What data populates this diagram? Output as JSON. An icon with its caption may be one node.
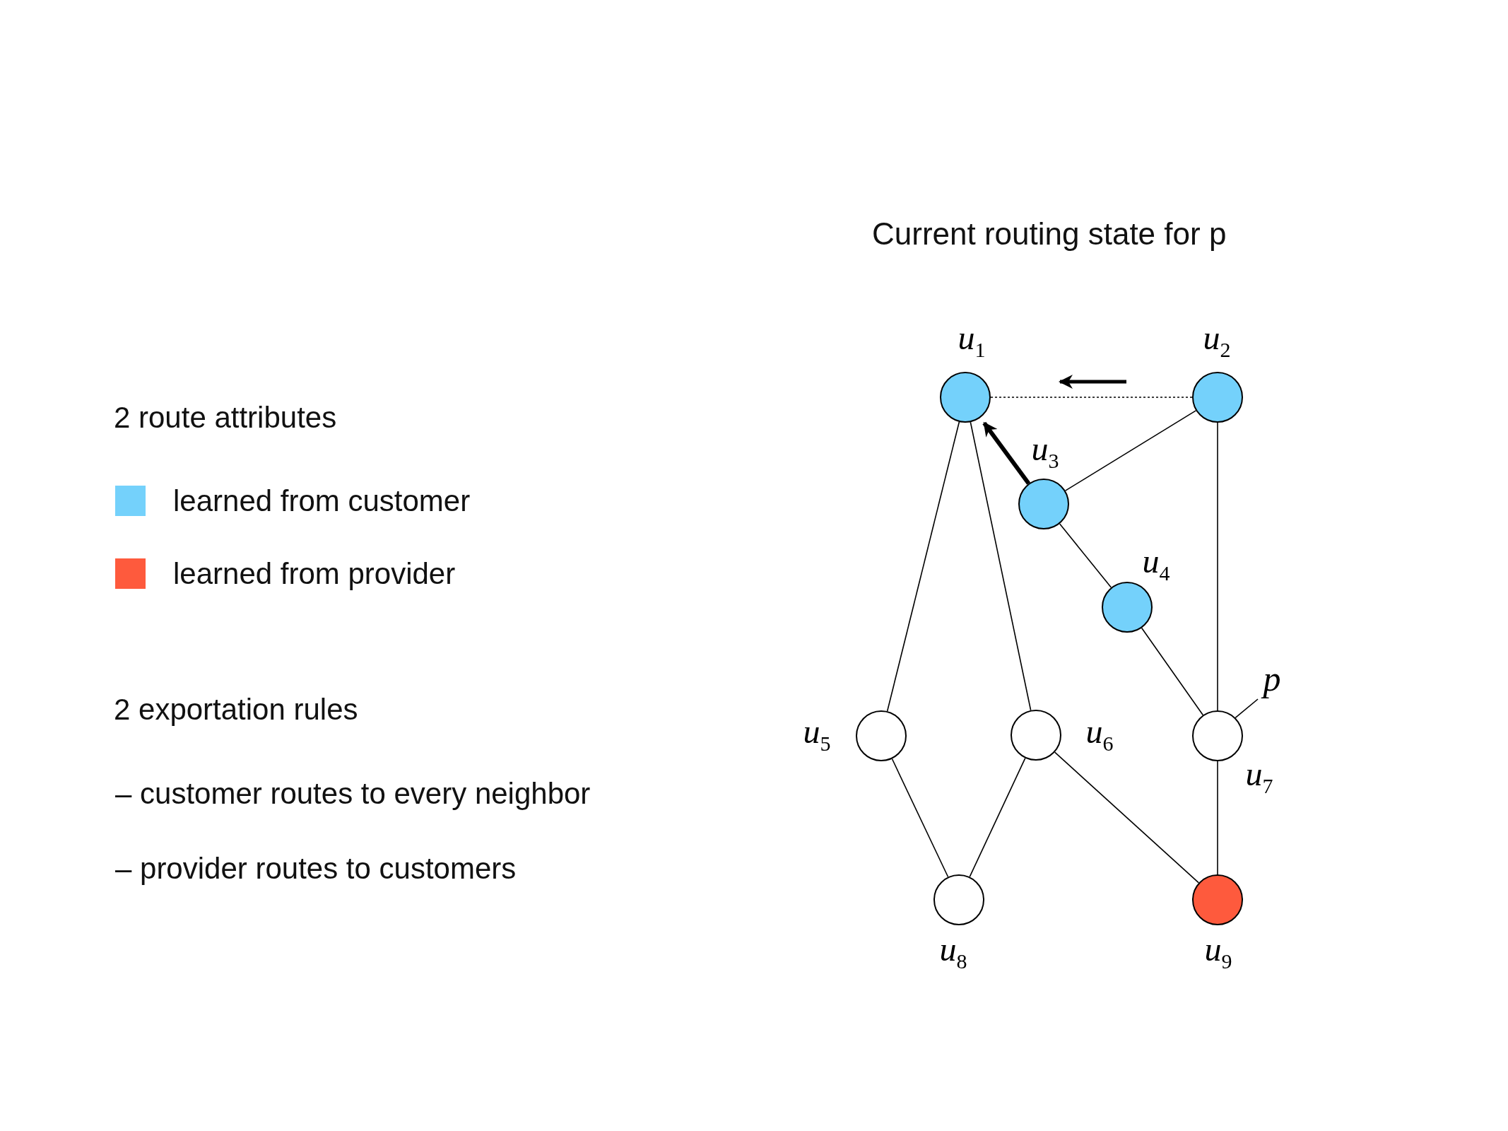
{
  "diagram": {
    "title": "Current routing state for p",
    "nodes": [
      {
        "text": [],
        "shape": "circle",
        "beside": [
          "u$_{1}$"
        ]
      },
      {
        "text": [],
        "shape": "circle",
        "beside": [
          "u$_{2}$"
        ]
      },
      {
        "text": [],
        "shape": "circle",
        "beside": [
          "u$_{3}$"
        ]
      },
      {
        "text": [],
        "shape": "circle",
        "beside": [
          "u$_{4}$"
        ]
      },
      {
        "text": [],
        "shape": "circle",
        "beside": [
          "u$_{5}$"
        ]
      },
      {
        "text": [],
        "shape": "circle",
        "beside": [
          "u$_{6}$"
        ]
      },
      {
        "text": [],
        "shape": "circle",
        "beside": [
          "u$_{7}$"
        ]
      },
      {
        "text": [],
        "shape": "circle",
        "beside": [
          "u$_{8}$"
        ]
      },
      {
        "text": [],
        "shape": "circle",
        "beside": [
          "u$_{9}$"
        ]
      },
      {
        "text": [
          "p"
        ]
      }
    ],
    "edges": [
      {
        "from": 0,
        "to": 1,
        "arrow": "none",
        "style": "dashed"
      },
      {
        "from": 1,
        "to": 2,
        "arrow": "none"
      },
      {
        "from": 2,
        "to": 0,
        "arrow": "to",
        "style": "thick"
      },
      {
        "from": 2,
        "to": 3,
        "arrow": "none"
      },
      {
        "from": 3,
        "to": 6,
        "arrow": "none"
      },
      {
        "from": 1,
        "to": 6,
        "arrow": "none"
      },
      {
        "from": 0,
        "to": 4,
        "arrow": "none"
      },
      {
        "from": 0,
        "to": 5,
        "arrow": "none"
      },
      {
        "from": 4,
        "to": 7,
        "arrow": "none"
      },
      {
        "from": 5,
        "to": 7,
        "arrow": "none"
      },
      {
        "from": 5,
        "to": 8,
        "arrow": "none"
      },
      {
        "from": 6,
        "to": 8,
        "arrow": "none"
      },
      {
        "from": 9,
        "to": 6,
        "arrow": "none"
      }
    ],
    "labels": [
      "2 route attributes",
      "2 exportation rules",
      "– customer routes to every neighbor",
      "– provider routes to customers"
    ],
    "legend": [
      {
        "text": "learned from customer",
        "color": "#74d1fb"
      },
      {
        "text": "learned from provider",
        "color": "#fe5a3d"
      }
    ]
  }
}
